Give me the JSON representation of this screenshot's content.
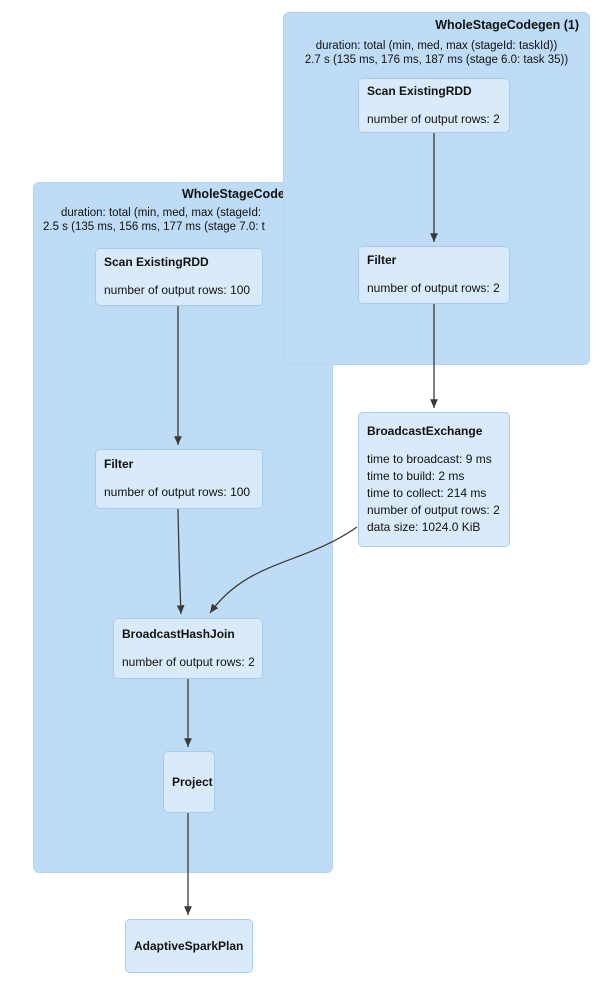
{
  "diagram": {
    "kind": "spark-sql-query-plan-dag"
  },
  "colors": {
    "canvas_bg": "#ffffff",
    "cluster_fill": "#bfdcf6",
    "cluster_border": "#b3d4f2",
    "node_fill": "#d9ebfb",
    "node_border": "#a7cdec",
    "text_color": "#111111",
    "arrow_color": "#3a3a3a"
  },
  "clusters": {
    "left": {
      "title": "WholeStageCode",
      "duration_line1": "duration: total (min, med, max (stageId:",
      "duration_line2": "2.5 s (135 ms, 156 ms, 177 ms (stage 7.0: t"
    },
    "right": {
      "title": "WholeStageCodegen (1)",
      "duration_line1": "duration: total (min, med, max (stageId: taskId))",
      "duration_line2": "2.7 s (135 ms, 176 ms, 187 ms (stage 6.0: task 35))"
    }
  },
  "nodes": {
    "scan_rdd_right": {
      "name": "Scan ExistingRDD",
      "metrics": [
        "number of output rows: 2"
      ]
    },
    "filter_right": {
      "name": "Filter",
      "metrics": [
        "number of output rows: 2"
      ]
    },
    "broadcast_exchange": {
      "name": "BroadcastExchange",
      "metrics": [
        "time to broadcast: 9 ms",
        "time to build: 2 ms",
        "time to collect: 214 ms",
        "number of output rows: 2",
        "data size: 1024.0 KiB"
      ]
    },
    "scan_rdd_left": {
      "name": "Scan ExistingRDD",
      "metrics": [
        "number of output rows: 100"
      ]
    },
    "filter_left": {
      "name": "Filter",
      "metrics": [
        "number of output rows: 100"
      ]
    },
    "broadcast_hash_join": {
      "name": "BroadcastHashJoin",
      "metrics": [
        "number of output rows: 2"
      ]
    },
    "project": {
      "name": "Project"
    },
    "adaptive_spark_plan": {
      "name": "AdaptiveSparkPlan"
    }
  }
}
